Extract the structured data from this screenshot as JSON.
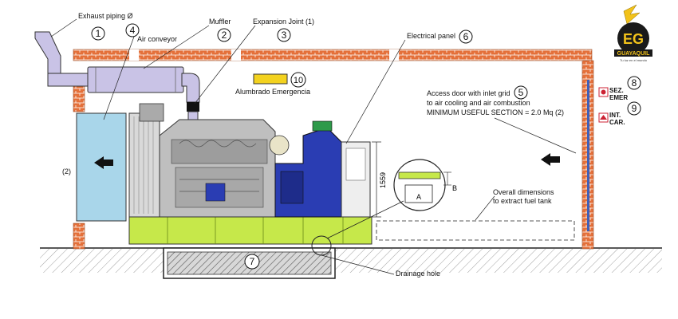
{
  "labels": {
    "exhaust_piping": "Exhaust piping Ø",
    "air_conveyor": "Air conveyor",
    "muffler": "Muffler",
    "expansion_joint": "Expansion Joint (1)",
    "electrical_panel": "Electrical panel",
    "alumbrado": "Alumbrado Emergencia",
    "access_door_1": "Access door with inlet grid",
    "access_door_2": "to air cooling and air combustion",
    "access_door_3": "MINIMUM USEFUL SECTION = 2.0 Mq (2)",
    "overall_dims_1": "Overall dimensions",
    "overall_dims_2": "to extract fuel tank",
    "drainage_hole": "Drainage hole",
    "sez_1": "SEZ.",
    "sez_2": "EMER",
    "int_1": "INT.",
    "int_2": "CAR.",
    "dim_height": "1559",
    "note_2": "(2)",
    "detail_a": "A",
    "detail_b": "B"
  },
  "numbers": [
    "1",
    "2",
    "3",
    "4",
    "5",
    "6",
    "7",
    "8",
    "9",
    "10"
  ],
  "logo": {
    "initials": "EG",
    "city": "GUAYAQUIL",
    "tagline": "Tu luz en el mundo"
  },
  "colors": {
    "pipe": "#c9c3e6",
    "brick": "#e4703a",
    "skid": "#c6e84a",
    "engine": "#bfbfbf",
    "alternator": "#2a3db3",
    "radiator": "#a9d6ea",
    "door": "#3f5fb8",
    "lamp": "#f3d21f",
    "logo_gold": "#f2c21a"
  }
}
